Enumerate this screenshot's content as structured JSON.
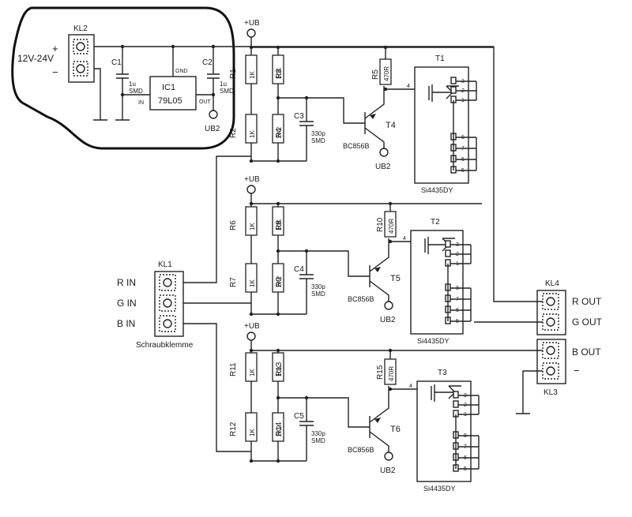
{
  "supply": {
    "connector": "KL2",
    "plus": "+",
    "minus": "−",
    "voltage_label": "12V-24V",
    "c1": "C1",
    "c1_value": "1u",
    "c1_pkg": "SMD",
    "c2": "C2",
    "c2_value": "1u",
    "c2_pkg": "SMD",
    "ic_ref": "IC1",
    "ic_part": "79L05",
    "pin_in": "IN",
    "pin_gnd": "GND",
    "pin_out": "OUT",
    "ub2": "UB2"
  },
  "ub_label": "+UB",
  "channels": [
    {
      "r_upper_left": "R1",
      "r_upper_left_val": "1K",
      "r_upper_right": "R3",
      "r_upper_right_val": "10K",
      "r_lower_left": "R2",
      "r_lower_left_val": "1K",
      "r_lower_right": "R4",
      "r_lower_right_val": "2K2",
      "r_drain": "R5",
      "r_drain_val": "470R",
      "cap": "C3",
      "cap_val": "330p",
      "cap_pkg": "SMD",
      "transistor": "T4",
      "transistor_part": "BC856B",
      "ub2": "UB2",
      "mosfet": "T1",
      "mosfet_part": "Si4435DY",
      "pins_top": [
        "3",
        "2",
        "1"
      ],
      "gate_pin": "4",
      "pins_bottom": [
        "8",
        "7",
        "6",
        "5"
      ]
    },
    {
      "r_upper_left": "R6",
      "r_upper_left_val": "1K",
      "r_upper_right": "R8",
      "r_upper_right_val": "10K",
      "r_lower_left": "R7",
      "r_lower_left_val": "1K",
      "r_lower_right": "R9",
      "r_lower_right_val": "2K2",
      "r_drain": "R10",
      "r_drain_val": "470R",
      "cap": "C4",
      "cap_val": "330p",
      "cap_pkg": "SMD",
      "transistor": "T5",
      "transistor_part": "BC856B",
      "ub2": "UB2",
      "mosfet": "T2",
      "mosfet_part": "Si4435DY",
      "pins_top": [
        "3",
        "2",
        "1"
      ],
      "gate_pin": "4",
      "pins_bottom": [
        "8",
        "7",
        "6",
        "5"
      ]
    },
    {
      "r_upper_left": "R11",
      "r_upper_left_val": "1K",
      "r_upper_right": "R13",
      "r_upper_right_val": "10K",
      "r_lower_left": "R12",
      "r_lower_left_val": "1K",
      "r_lower_right": "R14",
      "r_lower_right_val": "2K2",
      "r_drain": "R15",
      "r_drain_val": "470R",
      "cap": "C5",
      "cap_val": "330p",
      "cap_pkg": "SMD",
      "transistor": "T6",
      "transistor_part": "BC856B",
      "ub2": "UB2",
      "mosfet": "T3",
      "mosfet_part": "Si4435DY",
      "pins_top": [
        "3",
        "2",
        "1"
      ],
      "gate_pin": "4",
      "pins_bottom": [
        "8",
        "7",
        "6",
        "5"
      ]
    }
  ],
  "input": {
    "connector": "KL1",
    "labels": [
      "R IN",
      "G IN",
      "B IN"
    ],
    "caption": "Schraubklemme"
  },
  "output": {
    "kl4": "KL4",
    "kl3": "KL3",
    "labels": [
      "R OUT",
      "G OUT",
      "B OUT"
    ],
    "minus": "−"
  }
}
